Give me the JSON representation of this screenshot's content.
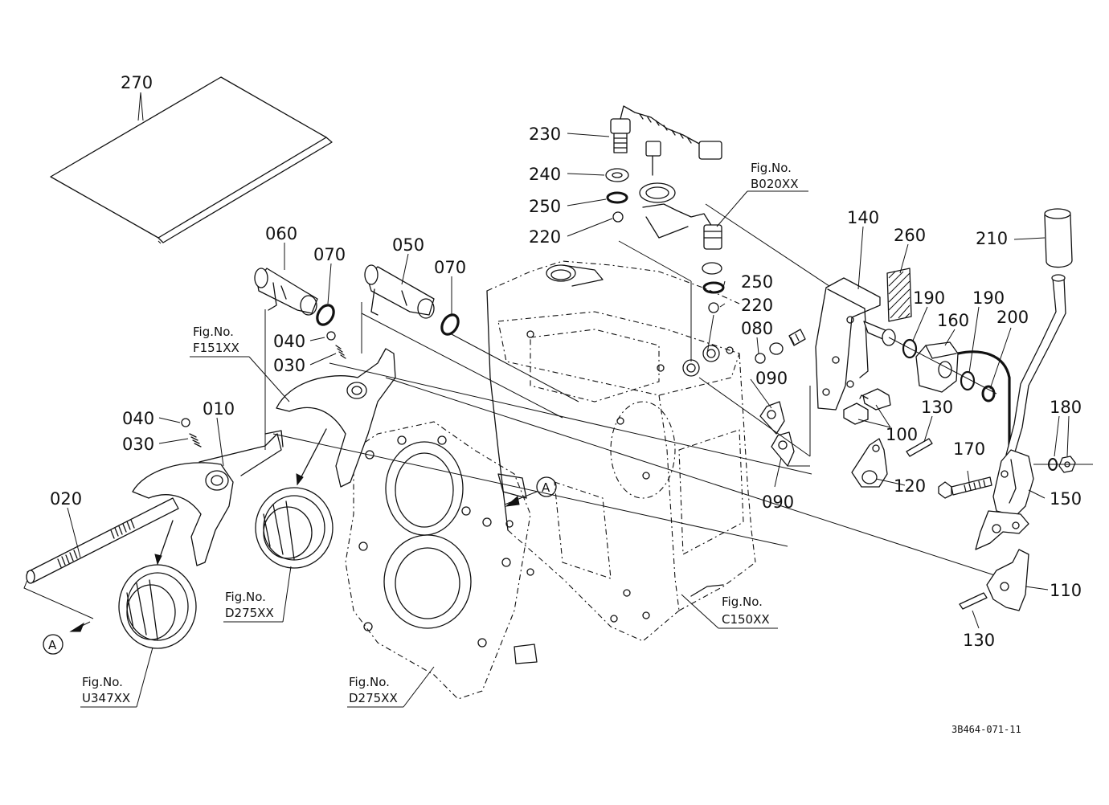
{
  "callouts": {
    "c270": "270",
    "c230": "230",
    "c240": "240",
    "c250a": "250",
    "c220a": "220",
    "c060": "060",
    "c070a": "070",
    "c050": "050",
    "c070b": "070",
    "c040a": "040",
    "c030a": "030",
    "c040b": "040",
    "c030b": "030",
    "c010": "010",
    "c020": "020",
    "c140": "140",
    "c260": "260",
    "c250b": "250",
    "c220b": "220",
    "c080": "080",
    "c190a": "190",
    "c160": "160",
    "c190b": "190",
    "c200": "200",
    "c210": "210",
    "c090a": "090",
    "c090b": "090",
    "c100": "100",
    "c130a": "130",
    "c120": "120",
    "c170": "170",
    "c180": "180",
    "c150": "150",
    "c110": "110",
    "c130b": "130"
  },
  "figure_refs": {
    "b020": {
      "label": "Fig.No.",
      "code": "B020XX"
    },
    "f151": {
      "label": "Fig.No.",
      "code": "F151XX"
    },
    "d275a": {
      "label": "Fig.No.",
      "code": "D275XX"
    },
    "d275b": {
      "label": "Fig.No.",
      "code": "D275XX"
    },
    "c150": {
      "label": "Fig.No.",
      "code": "C150XX"
    },
    "u347": {
      "label": "Fig.No.",
      "code": "U347XX"
    }
  },
  "section_markers": {
    "left": "A",
    "center": "A"
  },
  "diagram_code": "3B464-071-11"
}
